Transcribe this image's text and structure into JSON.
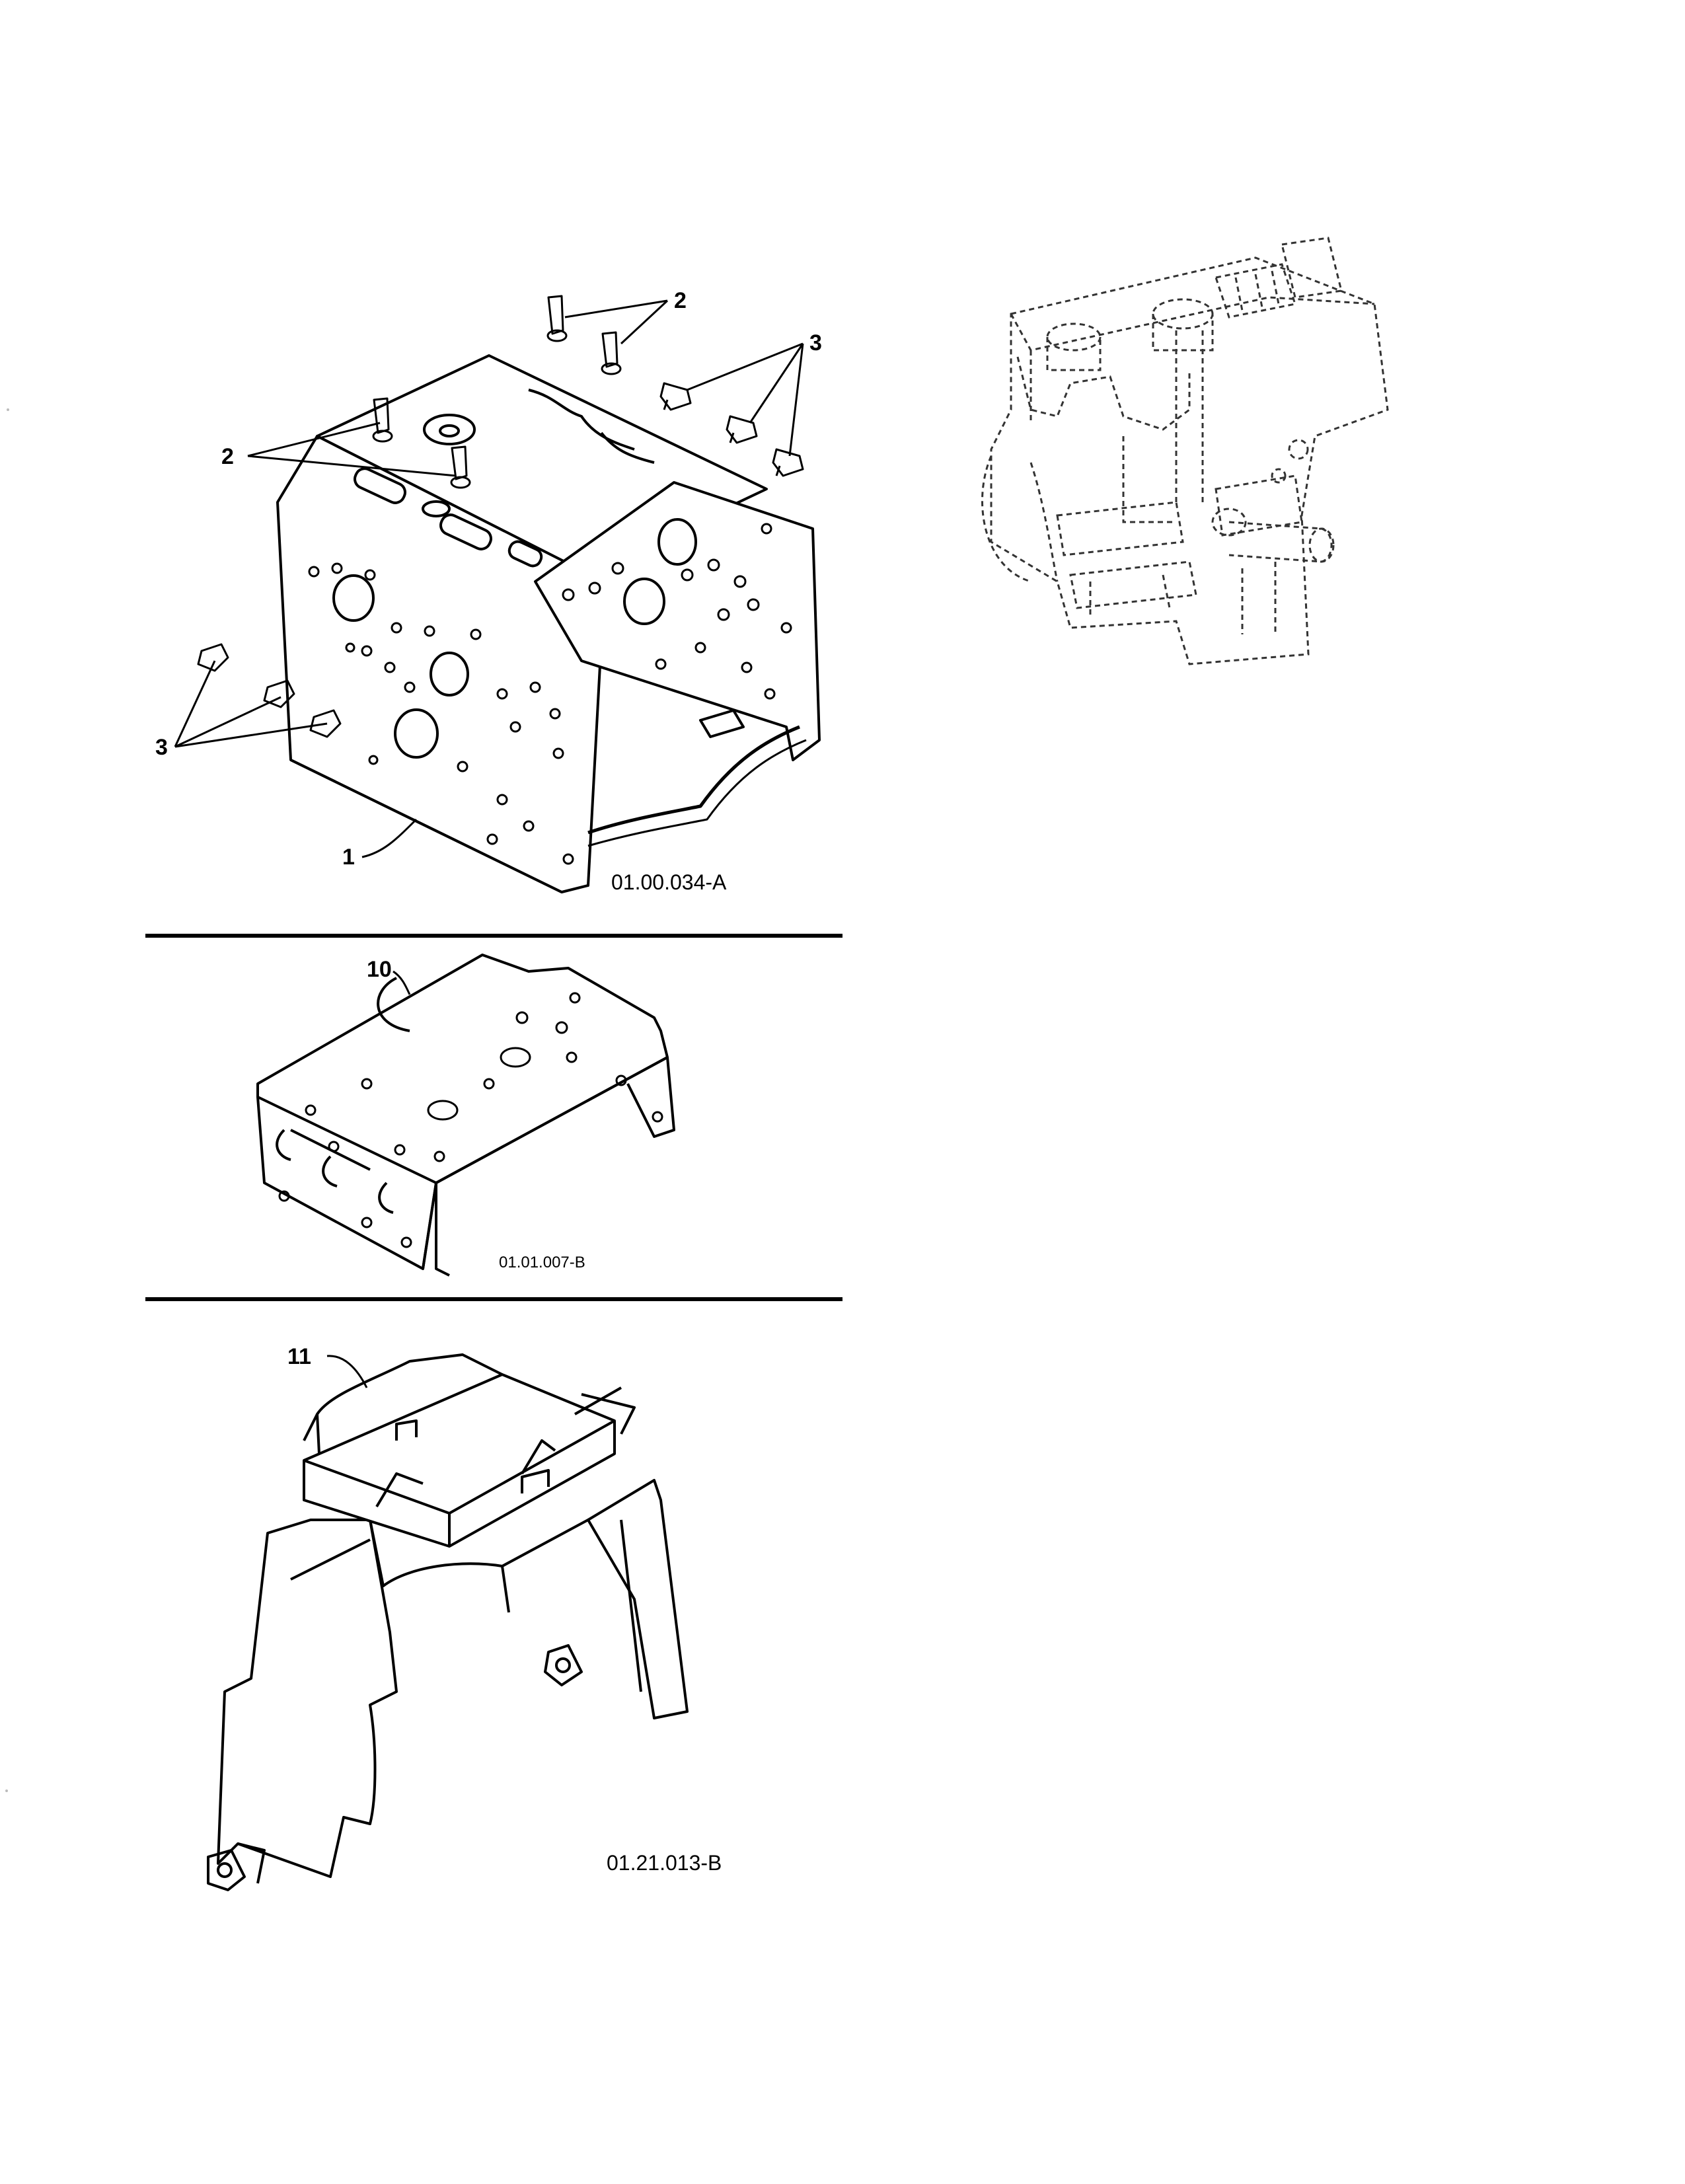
{
  "figures": [
    {
      "id": "01.00.034-A",
      "callouts": [
        "2",
        "3",
        "2",
        "3",
        "1"
      ]
    },
    {
      "id": "01.01.007-B",
      "callouts": [
        "10"
      ]
    },
    {
      "id": "01.21.013-B",
      "callouts": [
        "11"
      ]
    }
  ]
}
